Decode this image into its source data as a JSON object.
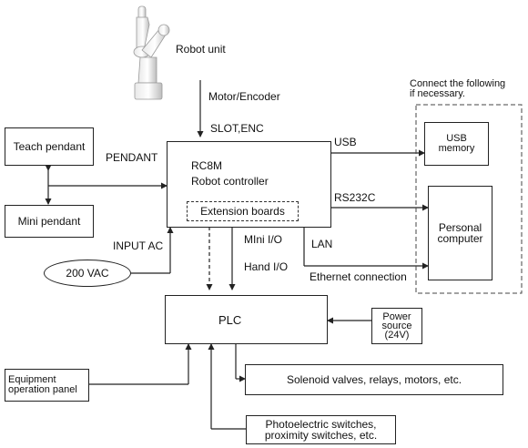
{
  "robot": {
    "label": "Robot unit",
    "cable_label": "Motor/Encoder",
    "port_label": "SLOT,ENC"
  },
  "controller": {
    "model": "RC8M",
    "name": "Robot controller",
    "extension": "Extension boards"
  },
  "pendants": {
    "teach": "Teach pendant",
    "mini": "Mini pendant",
    "port_label": "PENDANT"
  },
  "power": {
    "input_label": "INPUT AC",
    "source": "200 VAC"
  },
  "optional": {
    "title_line1": "Connect the following",
    "title_line2": "if necessary.",
    "usb_memory_line1": "USB",
    "usb_memory_line2": "memory",
    "pc_line1": "Personal",
    "pc_line2": "computer"
  },
  "connections": {
    "usb": "USB",
    "rs232c": "RS232C",
    "lan": "LAN",
    "ethernet": "Ethernet connection",
    "mini_io": "MIni I/O",
    "hand_io": "Hand I/O"
  },
  "plc": {
    "label": "PLC",
    "power_line1": "Power",
    "power_line2": "source",
    "power_line3": "(24V)"
  },
  "equipment": {
    "line1": "Equipment",
    "line2": "operation panel"
  },
  "outputs": {
    "solenoid": "Solenoid valves, relays, motors, etc.",
    "sensors_line1": "Photoelectric switches,",
    "sensors_line2": "proximity switches, etc."
  }
}
